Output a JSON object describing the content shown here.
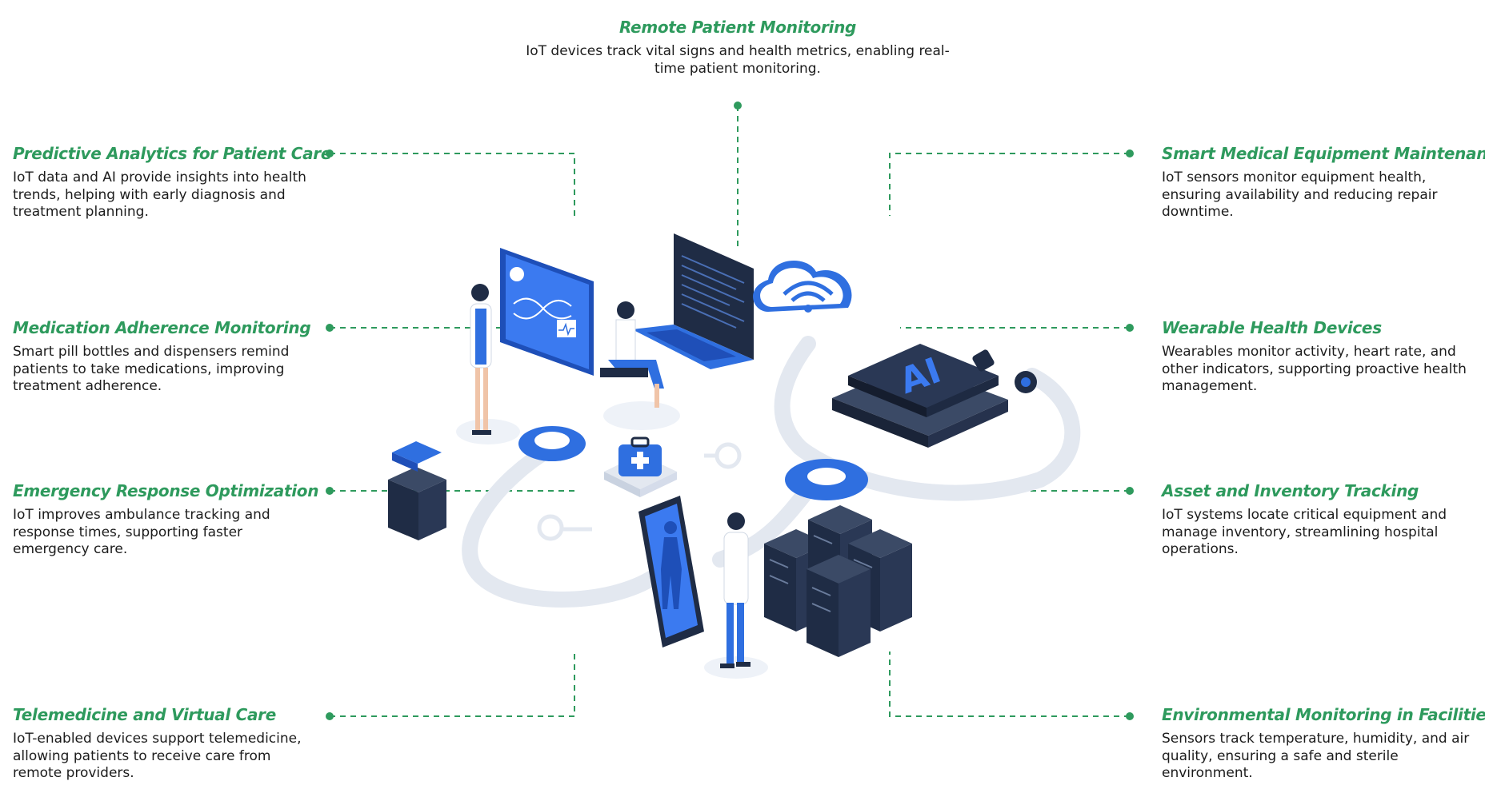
{
  "colors": {
    "accent_green": "#2e9a5d",
    "text_dark": "#1c1c1c",
    "primary_blue": "#2f6fe0",
    "server_navy": "#1f2c45",
    "track_gray": "#e3e8f0"
  },
  "features": [
    {
      "id": "remote",
      "title": "Remote Patient Monitoring",
      "desc": "IoT devices track vital signs and health metrics, enabling real-time patient monitoring."
    },
    {
      "id": "predictive",
      "title": "Predictive Analytics for Patient Care",
      "desc": "IoT data and AI provide insights into health trends, helping with early diagnosis and treatment planning."
    },
    {
      "id": "medication",
      "title": "Medication Adherence Monitoring",
      "desc": "Smart pill bottles and dispensers remind patients to take medications, improving treatment adherence."
    },
    {
      "id": "emergency",
      "title": "Emergency Response Optimization",
      "desc": "IoT improves ambulance tracking and response times, supporting faster emergency care."
    },
    {
      "id": "telemedicine",
      "title": "Telemedicine and Virtual Care",
      "desc": "IoT-enabled devices support telemedicine, allowing patients to receive care from remote providers."
    },
    {
      "id": "equipment",
      "title": "Smart Medical Equipment Maintenance",
      "desc": "IoT sensors monitor equipment health, ensuring availability and reducing repair downtime."
    },
    {
      "id": "wearable",
      "title": "Wearable Health Devices",
      "desc": "Wearables monitor activity, heart rate, and other indicators, supporting proactive health management."
    },
    {
      "id": "asset",
      "title": "Asset and Inventory Tracking",
      "desc": "IoT systems locate critical equipment and manage inventory, streamlining hospital operations."
    },
    {
      "id": "environment",
      "title": "Environmental Monitoring in Facilities",
      "desc": "Sensors track temperature, humidity, and air quality, ensuring a safe and sterile environment."
    }
  ],
  "illustration": {
    "chip_label": "AI",
    "icons": [
      "doctor-icon",
      "monitor-icon",
      "laptop-icon",
      "cloud-wifi-icon",
      "ai-chip-icon",
      "server-icon",
      "first-aid-kit-icon",
      "body-scan-tablet-icon",
      "magnifier-icon"
    ]
  }
}
